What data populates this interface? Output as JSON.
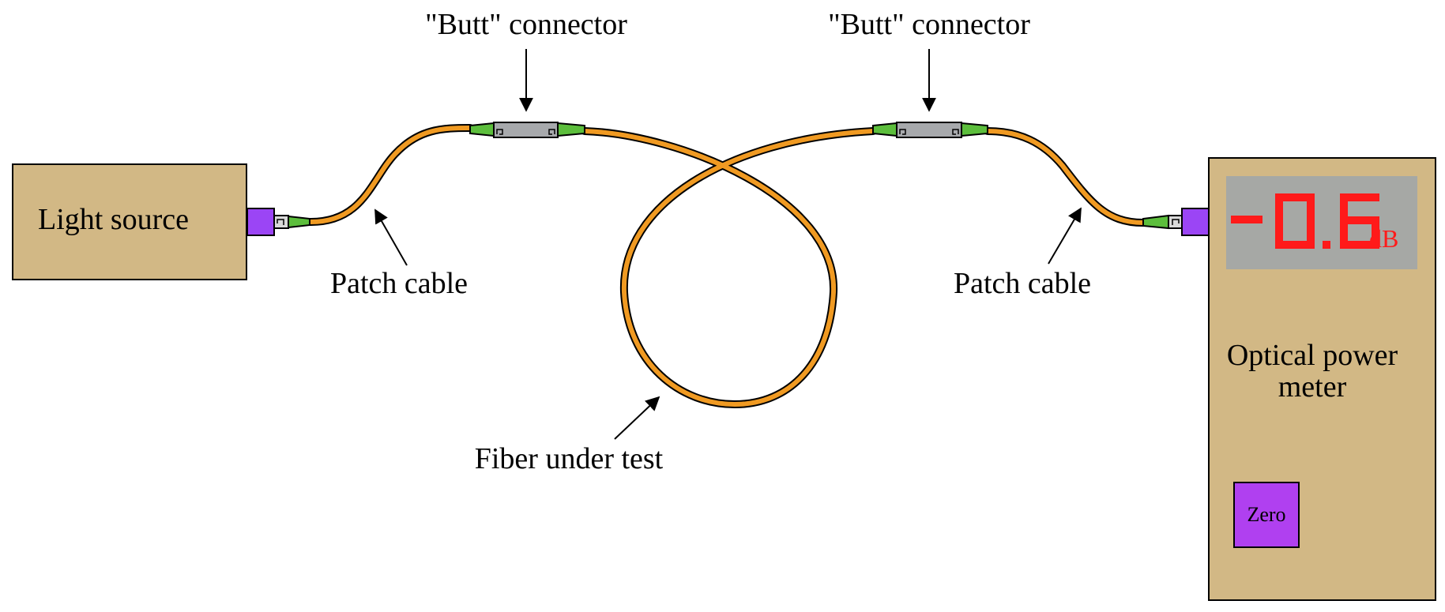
{
  "labels": {
    "butt_connector_left": "\"Butt\" connector",
    "butt_connector_right": "\"Butt\" connector",
    "patch_cable_left": "Patch cable",
    "patch_cable_right": "Patch cable",
    "fiber_under_test": "Fiber under test"
  },
  "light_source": {
    "label": "Light source"
  },
  "power_meter": {
    "label_line1": "Optical power",
    "label_line2": "meter",
    "reading": "-0.6",
    "unit": "dB",
    "zero_button": "Zero"
  },
  "colors": {
    "box_fill": "#d2b885",
    "fiber": "#f09a22",
    "connector_green": "#5cbe3c",
    "coupler_gray": "#a7a9ac",
    "port_purple": "#9b45f5",
    "display_bg": "#a6a8a5",
    "display_digits": "#ff1a1a"
  }
}
